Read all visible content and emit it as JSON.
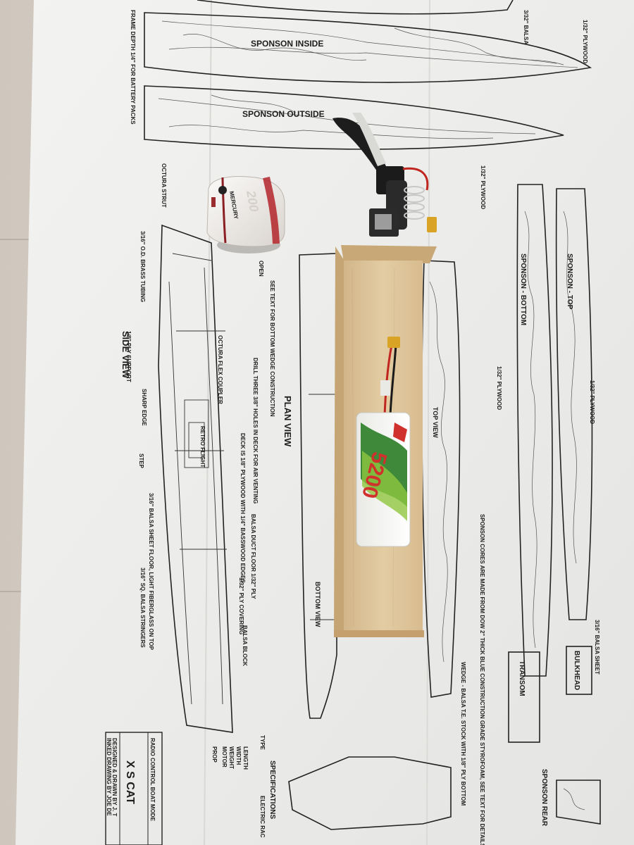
{
  "image": {
    "description_labels": {
      "sponson_inside": "SPONSON INSIDE",
      "sponson_outside": "SPONSON OUTSIDE",
      "sponson_bottom": "SPONSON - BOTTOM",
      "sponson_top": "SPONSON - TOP",
      "side_view": "SIDE VIEW",
      "plan_view": "PLAN VIEW",
      "top_view": "TOP VIEW",
      "bottom_view": "BOTTOM VIEW",
      "bulkhead": "BULKHEAD",
      "transom": "TRANSOM",
      "sponson_rear": "SPONSON REAR",
      "specifications": "SPECIFICATIONS",
      "title": "X S CAT",
      "subtitle": "RADIO CONTROL BOAT MODE",
      "designed_by": "DESIGNED & DRAWN BY J. T",
      "inked_by": "INKED DRAWING BY JOE DE",
      "octura_strut": "OCTURA STRUT",
      "octura_flex": "OCTURA FLEX COUPLER",
      "plywood_32": "1/32\" PLYWOOD",
      "plywood_32_b": "1/32\" PLYWOOD",
      "plywood_32_c": "1/32\" PLYWOOD",
      "plywood_32_d": "1/32\" PLYWOOD",
      "balsa_sheet": "3/16\" BALSA SHEET",
      "balsa_block": "BALSA BLOCK",
      "step": "STEP",
      "sharp_edge": "SHARP EDGE",
      "support": "1/8\" PLY SUPPORT",
      "brass_tubing": "3/16\" O.D. BRASS TUBING",
      "open": "OPEN",
      "drill": "DRILL THREE 3/8\" HOLES IN DECK FOR AIR VENTING",
      "deck": "DECK IS 1/8\" PLYWOOD WITH 1/4\" BASSWOOD EDGES",
      "balsa_floor": "3/16\" BALSA SHEET FLOOR, LIGHT FIBERGLASS ON TOP",
      "stringers": "3/16\" SQ. BALSA STRINGERS",
      "ply_covering": "1/32\" PLY COVERING",
      "balsa_duct": "BALSA DUCT FLOOR 1/32\" PLY",
      "see_text": "SEE TEXT FOR BOTTOM WEDGE CONSTRUCTION",
      "sponson_cores": "SPONSON CORES ARE MADE FROM DOW 2\" THICK BLUE CONSTRUCTION GRADE STYROFOAM, SEE TEXT FOR DETAILS",
      "wedge": "WEDGE - BALSA T.E. STOCK WITH 1/8\" PLY BOTTOM",
      "spec_type": "TYPE",
      "spec_type_val": "ELECTRIC RAC",
      "spec_length": "LENGTH",
      "spec_width": "WIDTH",
      "spec_weight": "WEIGHT",
      "spec_motor": "MOTOR",
      "spec_prop": "PROP",
      "battery_note": "FRAME DEPTH 1/4\" FOR BATTERY PACKS",
      "outboard_brand": "MERCURY",
      "battery_label": "5200"
    },
    "colors": {
      "paper": "#eeeeec",
      "wood": "#dcc39a",
      "wood_edge": "#c8a877",
      "tile": "#d7d1c9",
      "motor_white": "#f4f1ee",
      "motor_red": "#b3242a",
      "battery_green": "#3e8a3a",
      "battery_white": "#f2f2ef",
      "battery_red": "#d1312c"
    }
  }
}
